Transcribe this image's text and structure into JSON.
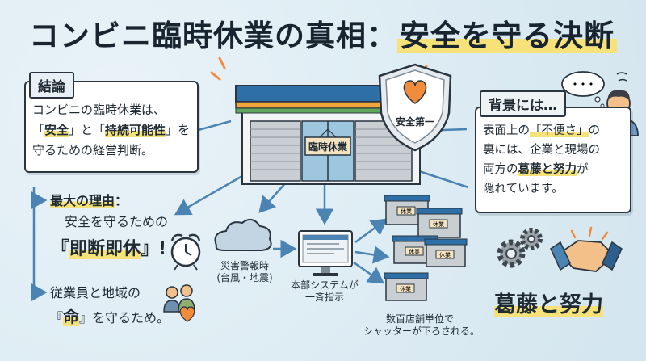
{
  "title": {
    "main": "コンビニ臨時休業の真相：",
    "highlight": "安全を守る決断"
  },
  "conclusion": {
    "tag": "結論",
    "line1": "コンビニの臨時休業は、",
    "l2_open1": "「",
    "l2_safety": "安全",
    "l2_close1": "」と「",
    "l2_sustain": "持続可能性",
    "l2_close2": "」を",
    "line3": "守るための経営判断。"
  },
  "store": {
    "sign": "臨時休業"
  },
  "shield": {
    "label": "安全第一"
  },
  "reason": {
    "heading_part1": "最大の理由",
    "heading_part2": "：",
    "line2": "安全を守るための",
    "line3_open": "『",
    "line3_key": "即断即休",
    "line3_close": "』!"
  },
  "protect": {
    "line1": "従業員と地域の",
    "line2_open": "『",
    "line2_key": "命",
    "line2_close": "』を守るため。"
  },
  "flow": {
    "warning_line1": "災害警報時",
    "warning_line2": "(台風・地震)",
    "system_line1": "本部システムが",
    "system_line2": "一斉指示",
    "stores_line1": "数百店舗単位で",
    "stores_line2": "シャッターが下ろされる。",
    "closed_sign": "休業"
  },
  "background": {
    "tag": "背景には…",
    "line1_a": "表面上の",
    "line1_b": "「不便さ」",
    "line1_c": "の",
    "line2": "裏には、企業と現場の",
    "line3_a": "両方の",
    "line3_b": "葛藤と努力",
    "line3_c": "が",
    "line4": "隠れています。",
    "bubble": "• • •",
    "footer": "葛藤と努力"
  },
  "colors": {
    "bg": "#dcebf3",
    "highlight": "#f7e27a",
    "accent_red": "#c84a22",
    "heart": "#f08c3c",
    "line": "#2a3540",
    "arrow": "#4b83b3"
  }
}
